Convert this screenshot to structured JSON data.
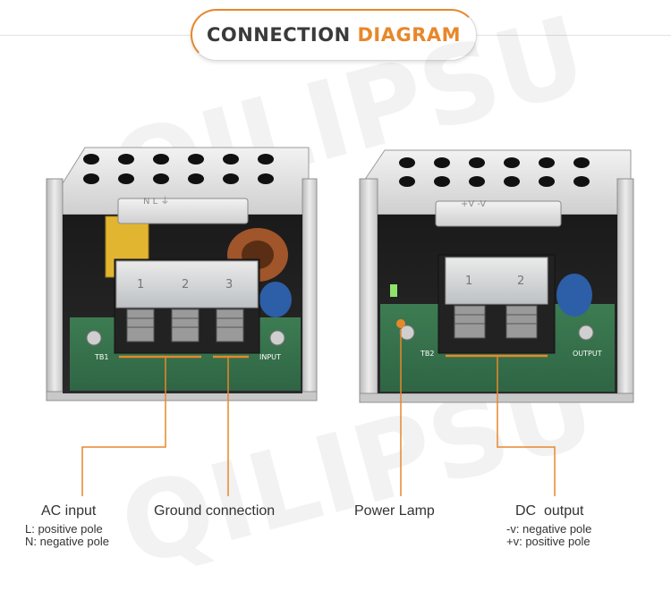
{
  "header": {
    "title_part1": "CONNECTION",
    "title_part2": "DIAGRAM",
    "accent_color": "#e8872a"
  },
  "watermark": "QILIPSU",
  "photos": {
    "left": {
      "cover_mark": "N L ⏚",
      "terminals": [
        "1",
        "2",
        "3"
      ],
      "pcb_marks": [
        "TB1",
        "INPUT"
      ]
    },
    "right": {
      "cover_mark": "+V -V",
      "terminals": [
        "1",
        "2"
      ],
      "pcb_marks": [
        "TB2",
        "OUTPUT"
      ]
    }
  },
  "labels": {
    "ac_input": {
      "title": "AC input",
      "line1": "L: positive pole",
      "line2": "N: negative pole"
    },
    "ground": {
      "title": "Ground connection"
    },
    "power_lamp": {
      "title": "Power Lamp"
    },
    "dc_output": {
      "title": "DC  output",
      "line1": "-v: negative pole",
      "line2": "+v: positive pole"
    }
  }
}
